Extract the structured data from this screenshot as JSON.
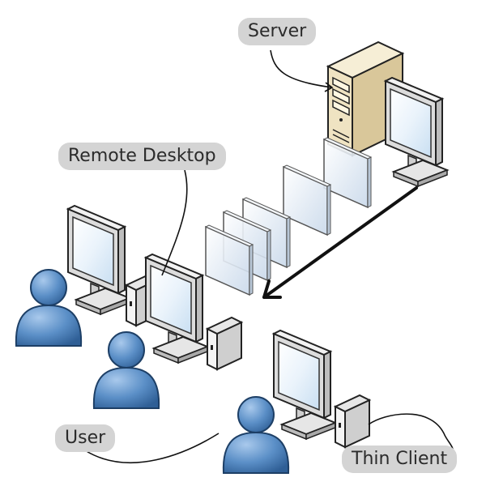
{
  "labels": {
    "server": "Server",
    "remote_desktop": "Remote Desktop",
    "user": "User",
    "thin_client": "Thin Client"
  },
  "icons": {
    "server": "server-tower-icon",
    "monitor": "monitor-icon",
    "thin_client": "thin-client-box-icon",
    "user": "user-person-icon",
    "frame": "screen-frame-icon"
  },
  "colors": {
    "label_bg": "#d4d4d4",
    "user_blue": "#5b8fc7",
    "server_beige": "#efe3c2",
    "arrow": "#111111"
  }
}
